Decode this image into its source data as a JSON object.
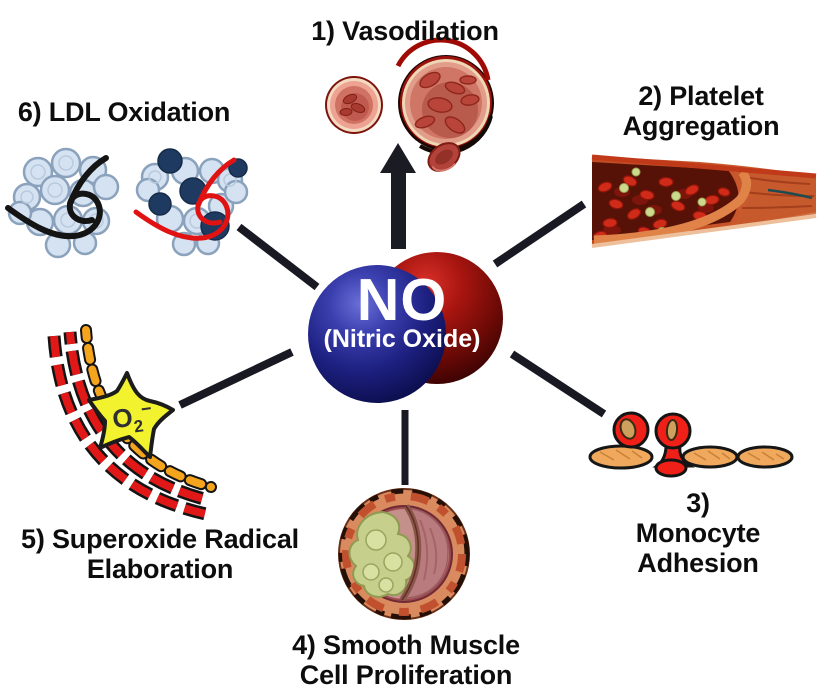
{
  "center": {
    "label": "NO",
    "sublabel": "(Nitric Oxide)"
  },
  "items": [
    {
      "label": "1) Vasodilation"
    },
    {
      "label": "2) Platelet\nAggregation"
    },
    {
      "label": "3) Monocyte\nAdhesion"
    },
    {
      "label": "4) Smooth Muscle\nCell Proliferation"
    },
    {
      "label": "5) Superoxide Radical\nElaboration"
    },
    {
      "label": "6) LDL Oxidation"
    }
  ],
  "superoxide_symbol": {
    "base": "O",
    "sub": "2",
    "sup": "−"
  },
  "icons": [
    "vasodilation-vessels-icon",
    "platelet-vessel-icon",
    "monocyte-adhesion-icon",
    "atherosclerotic-artery-icon",
    "superoxide-star-icon",
    "ldl-particle-clusters-icon",
    "arrow-up-icon"
  ],
  "colors": {
    "sphere_blue": "#2b2f9e",
    "sphere_red": "#a81510",
    "connector": "#191923",
    "label_text": "#0d0d0d",
    "star_yellow": "#f2f32e",
    "monocyte_red": "#ee2017",
    "endothelium_tan": "#f0a95c",
    "ldl_light_blue": "#d5e2f1",
    "ldl_navy": "#1e3a60",
    "oxidized_outline": "#e01212",
    "native_outline": "#141414"
  }
}
